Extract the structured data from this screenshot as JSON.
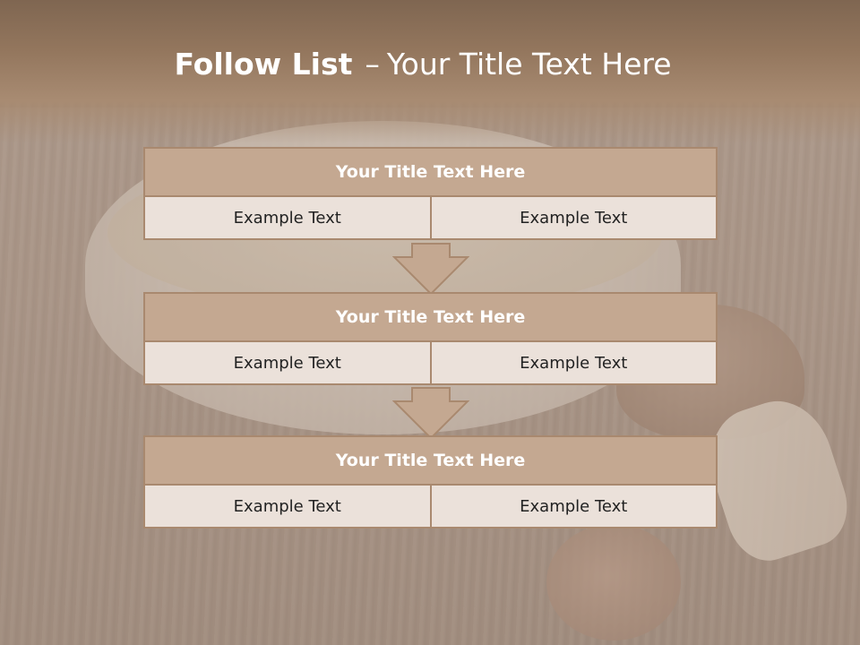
{
  "slide": {
    "title_bold": "Follow List",
    "title_separator": "–",
    "title_rest": "Your Title Text Here"
  },
  "steps": [
    {
      "title": "Your Title Text Here",
      "left": "Example Text",
      "right": "Example Text"
    },
    {
      "title": "Your Title Text Here",
      "left": "Example Text",
      "right": "Example Text"
    },
    {
      "title": "Your Title Text Here",
      "left": "Example Text",
      "right": "Example Text"
    }
  ],
  "colors": {
    "header_fill": "#c4a891",
    "border": "#a9896f",
    "cell_fill": "#ebe1da",
    "arrow_fill": "#c4a891"
  },
  "icons": [
    "down-arrow-icon"
  ]
}
